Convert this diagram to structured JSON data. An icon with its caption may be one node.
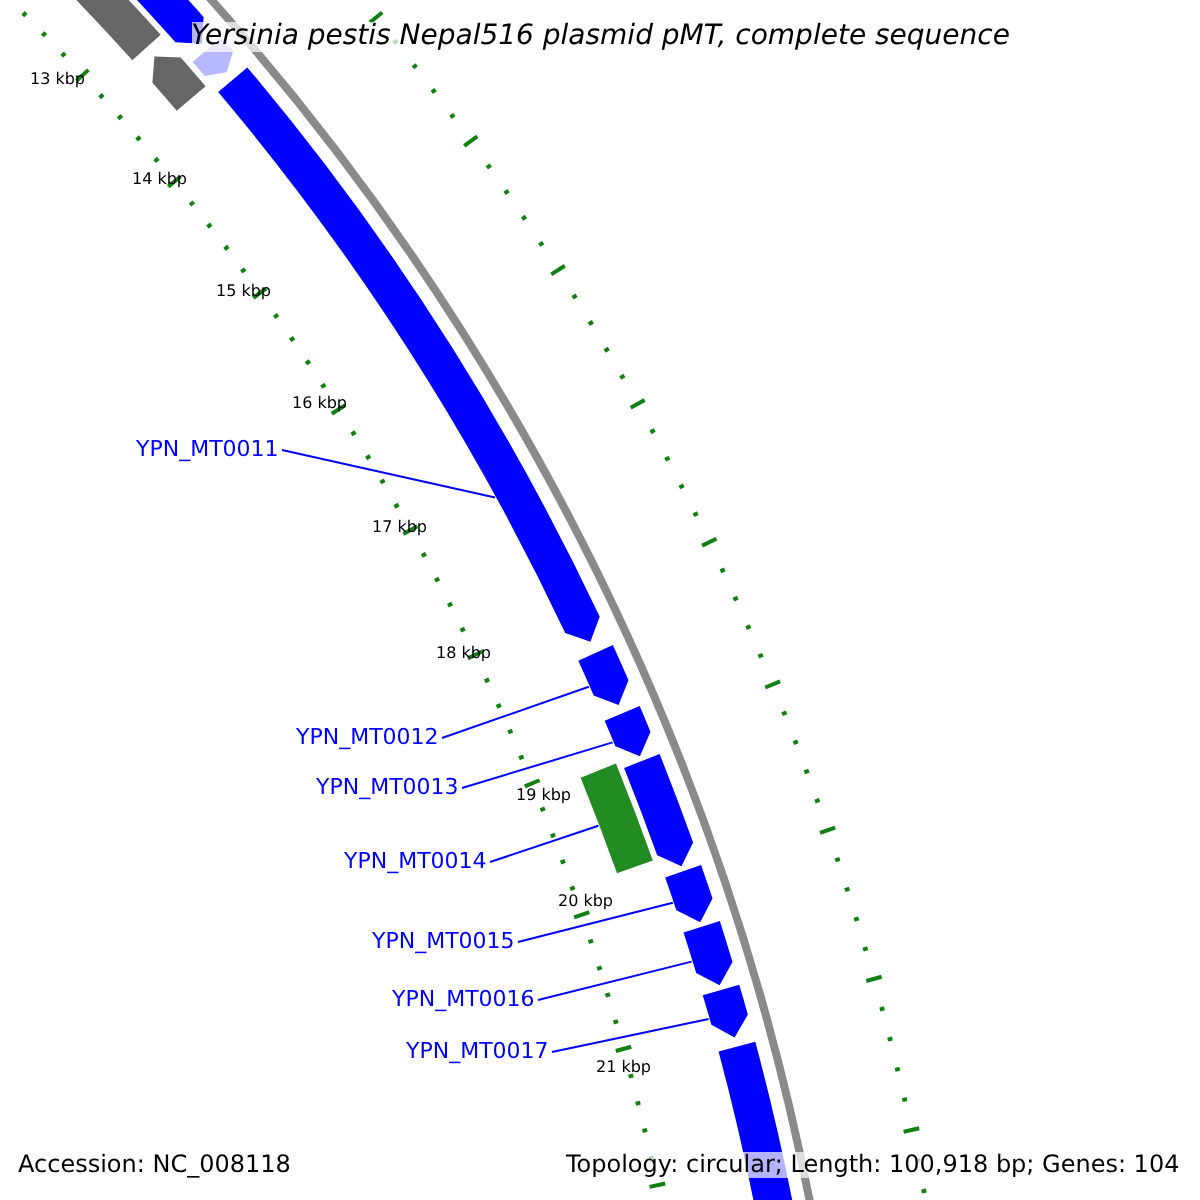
{
  "diagram": {
    "title": "Yersinia pestis Nepal516 plasmid pMT, complete sequence",
    "nodes": [
      {
        "text": [
          "YPN_MT0011"
        ]
      },
      {
        "text": [
          "YPN_MT0012"
        ]
      },
      {
        "text": [
          "YPN_MT0013"
        ]
      },
      {
        "text": [
          "YPN_MT0014"
        ]
      },
      {
        "text": [
          "YPN_MT0015"
        ]
      },
      {
        "text": [
          "YPN_MT0016"
        ]
      },
      {
        "text": [
          "YPN_MT0017"
        ]
      },
      {
        "text": [],
        "shape": "arrow"
      },
      {
        "text": [],
        "shape": "arrow"
      },
      {
        "text": [],
        "shape": "arrow"
      },
      {
        "text": [],
        "shape": "arrow"
      },
      {
        "text": [],
        "shape": "arrow"
      },
      {
        "text": [],
        "shape": "arrow"
      },
      {
        "text": [],
        "shape": "arrow"
      },
      {
        "text": [],
        "shape": "bar"
      },
      {
        "text": [],
        "shape": "arrow"
      },
      {
        "text": [],
        "shape": "arrow"
      },
      {
        "text": [],
        "shape": "arrow"
      },
      {
        "text": [],
        "shape": "arrow"
      },
      {
        "text": [],
        "shape": "arrow"
      }
    ],
    "edges": [
      {
        "from": 0,
        "to": 11,
        "arrow": "none"
      },
      {
        "from": 1,
        "to": 12,
        "arrow": "none"
      },
      {
        "from": 2,
        "to": 13,
        "arrow": "none"
      },
      {
        "from": 3,
        "to": 14,
        "arrow": "none"
      },
      {
        "from": 4,
        "to": 16,
        "arrow": "none"
      },
      {
        "from": 5,
        "to": 17,
        "arrow": "none"
      },
      {
        "from": 6,
        "to": 18,
        "arrow": "none"
      }
    ],
    "labels": [
      "13 kbp",
      "14 kbp",
      "15 kbp",
      "16 kbp",
      "17 kbp",
      "18 kbp",
      "19 kbp",
      "20 kbp",
      "21 kbp",
      "Accession: NC_008118",
      "Topology: circular; Length: 100,918 bp; Genes: 104"
    ]
  }
}
